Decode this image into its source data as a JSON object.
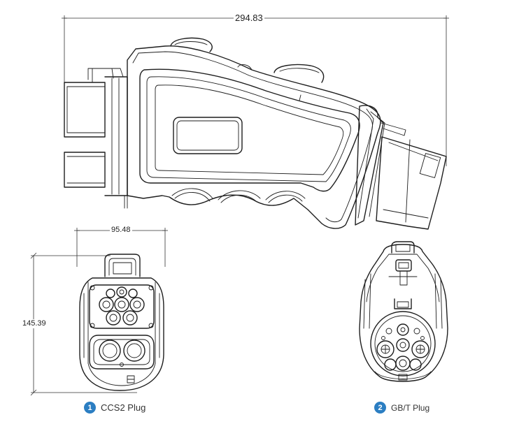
{
  "dimensions": {
    "overall_length": "294.83",
    "ccs2_width": "95.48",
    "ccs2_height": "145.39"
  },
  "captions": [
    {
      "number": "1",
      "label": "CCS2 Plug"
    },
    {
      "number": "2",
      "label": "GB/T Plug"
    }
  ],
  "colors": {
    "badge": "#2b7ec2",
    "line": "#1e1e1e"
  }
}
